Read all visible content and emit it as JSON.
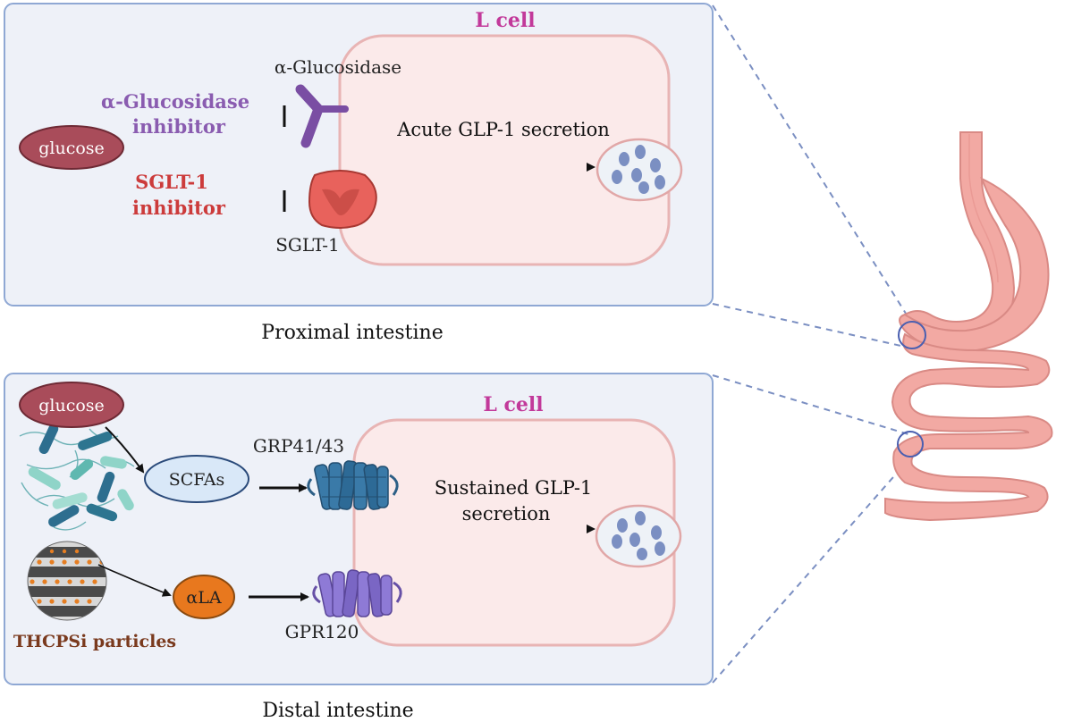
{
  "top_panel": {
    "cell_label": "L cell",
    "enzyme_label": "α-Glucosidase",
    "inhibitor1_line1": "α-Glucosidase",
    "inhibitor1_line2": "inhibitor",
    "glucose_label": "glucose",
    "inhibitor2_line1": "SGLT-1",
    "inhibitor2_line2": "inhibitor",
    "transporter_label": "SGLT-1",
    "secretion_label": "Acute GLP-1 secretion",
    "region_label": "Proximal intestine"
  },
  "bottom_panel": {
    "cell_label": "L cell",
    "glucose_label": "glucose",
    "scfa_label": "SCFAs",
    "receptor1_label": "GRP41/43",
    "secretion_line1": "Sustained GLP-1",
    "secretion_line2": "secretion",
    "ala_label": "αLA",
    "particles_label": "THCPSi particles",
    "receptor2_label": "GPR120",
    "region_label": "Distal intestine"
  },
  "colors": {
    "panel_border": "#8fa8d4",
    "panel_fill": "#eef1f8",
    "cell_fill": "#fbeaea",
    "cell_border": "#e8b4b4",
    "title_pink": "#c2399a",
    "purple": "#8a5cb0",
    "red": "#cc3b3b",
    "brown": "#7a3a1e",
    "glucose": "#a94c5a",
    "intestine": "#f2a9a3",
    "dash": "#7b8fc2"
  }
}
